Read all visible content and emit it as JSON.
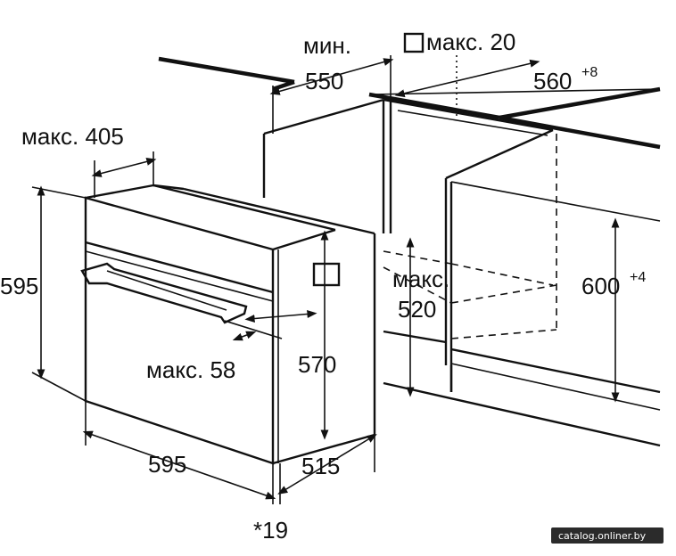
{
  "labels": {
    "min_label": "мин.",
    "min_value": "550",
    "max_20": "макс. 20",
    "width_niche": "560",
    "width_niche_tol": "+8",
    "max_405": "макс. 405",
    "height_595": "595",
    "height_niche": "600",
    "height_niche_tol": "+4",
    "max_520_label": "макс.",
    "max_520_value": "520",
    "max_58": "макс. 58",
    "depth_570": "570",
    "width_595": "595",
    "depth_515": "515",
    "footnote": "*19"
  },
  "watermark": "catalog.onliner.by"
}
